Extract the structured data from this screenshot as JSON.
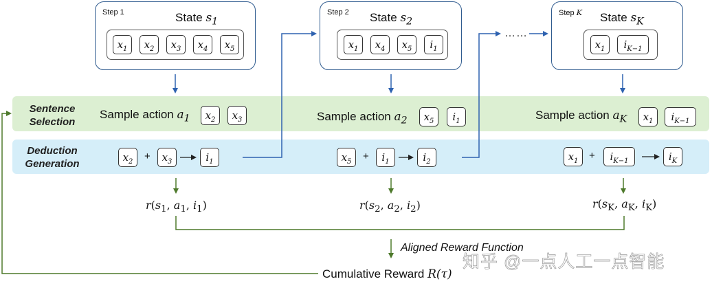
{
  "rows": {
    "selection_label_line1": "Sentence",
    "selection_label_line2": "Selection",
    "deduction_label_line1": "Deduction",
    "deduction_label_line2": "Generation"
  },
  "steps": [
    {
      "step_label": "Step 1",
      "state_title": "State",
      "state_var": "s",
      "state_sub": "1",
      "state_tokens": [
        [
          "x",
          "1"
        ],
        [
          "x",
          "2"
        ],
        [
          "x",
          "3"
        ],
        [
          "x",
          "4"
        ],
        [
          "x",
          "5"
        ]
      ],
      "action_text": "Sample action",
      "action_var": "a",
      "action_sub": "1",
      "action_tokens": [
        [
          "x",
          "2"
        ],
        [
          "x",
          "3"
        ]
      ],
      "deduction_inputs": [
        [
          "x",
          "2"
        ],
        [
          "x",
          "3"
        ]
      ],
      "deduction_output": [
        "i",
        "1"
      ],
      "reward_fn": "r",
      "reward_args": [
        [
          "s",
          "1"
        ],
        [
          "a",
          "1"
        ],
        [
          "i",
          "1"
        ]
      ]
    },
    {
      "step_label": "Step 2",
      "state_title": "State",
      "state_var": "s",
      "state_sub": "2",
      "state_tokens": [
        [
          "x",
          "1"
        ],
        [
          "x",
          "4"
        ],
        [
          "x",
          "5"
        ],
        [
          "i",
          "1"
        ]
      ],
      "action_text": "Sample action",
      "action_var": "a",
      "action_sub": "2",
      "action_tokens": [
        [
          "x",
          "5"
        ],
        [
          "i",
          "1"
        ]
      ],
      "deduction_inputs": [
        [
          "x",
          "5"
        ],
        [
          "i",
          "1"
        ]
      ],
      "deduction_output": [
        "i",
        "2"
      ],
      "reward_fn": "r",
      "reward_args": [
        [
          "s",
          "2"
        ],
        [
          "a",
          "2"
        ],
        [
          "i",
          "2"
        ]
      ]
    },
    {
      "step_label": "Step",
      "step_label_var": "K",
      "state_title": "State",
      "state_var": "s",
      "state_sub": "K",
      "state_tokens": [
        [
          "x",
          "1"
        ],
        [
          "i",
          "K−1"
        ]
      ],
      "action_text": "Sample action",
      "action_var": "a",
      "action_sub": "K",
      "action_tokens": [
        [
          "x",
          "1"
        ],
        [
          "i",
          "K−1"
        ]
      ],
      "deduction_inputs": [
        [
          "x",
          "1"
        ],
        [
          "i",
          "K−1"
        ]
      ],
      "deduction_output": [
        "i",
        "K"
      ],
      "reward_fn": "r",
      "reward_args": [
        [
          "s",
          "K"
        ],
        [
          "a",
          "K"
        ],
        [
          "i",
          "K"
        ]
      ]
    }
  ],
  "operators": {
    "plus": "+",
    "arrow": "→"
  },
  "ellipsis": "……",
  "aligned_reward_label": "Aligned Reward Function",
  "cumulative": {
    "text": "Cumulative Reward",
    "fn": "R",
    "arg": "τ"
  },
  "watermark": "知乎 @一点人工一点智能",
  "colors": {
    "selection_band": "#dcefd2",
    "deduction_band": "#d5eef9",
    "state_border": "#2f5b8f",
    "flow_arrow": "#2e62b0",
    "reward_arrow": "#4e7a2c"
  }
}
